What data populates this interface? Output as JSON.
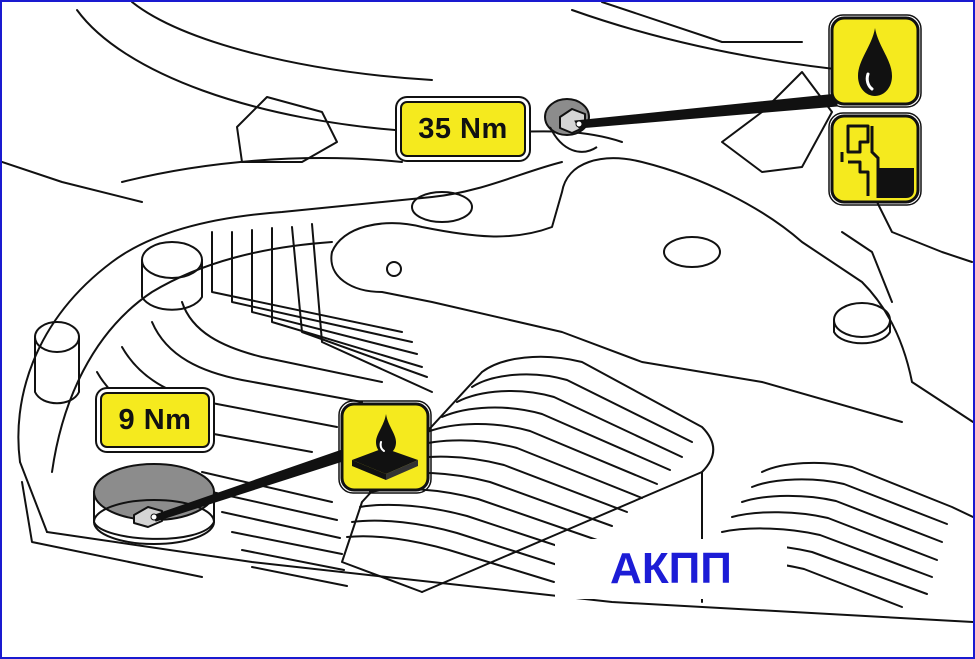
{
  "torque_labels": {
    "upper_bolt": "35 Nm",
    "drain_plug": "9 Nm"
  },
  "icons": {
    "upper_top": "oil-drop-icon",
    "upper_bottom": "pipe-fitting-icon",
    "lower": "oil-drop-on-pad-icon"
  },
  "caption": "АКПП",
  "colors": {
    "label_fill": "#f5ea1e",
    "caption_text": "#1c1cd6",
    "frame_border": "#1a1ad0",
    "line_art": "#111111"
  }
}
